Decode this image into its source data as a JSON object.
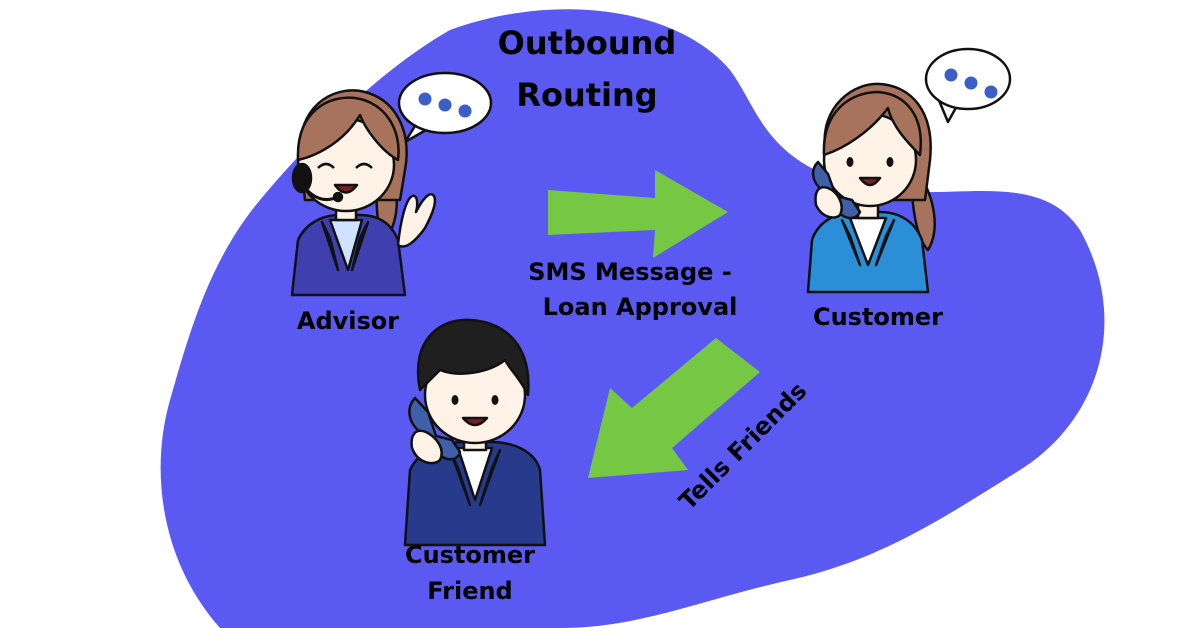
{
  "title": {
    "line1": "Outbound",
    "line2": "Routing"
  },
  "nodes": {
    "advisor": {
      "label": "Advisor"
    },
    "customer": {
      "label": "Customer"
    },
    "friend": {
      "line1": "Customer",
      "line2": "Friend"
    }
  },
  "edges": {
    "sms": {
      "line1": "SMS Message -",
      "line2": "Loan Approval"
    },
    "tells": {
      "label": "Tells Friends"
    }
  },
  "colors": {
    "blob": "#5a5af2",
    "arrow": "#76c744",
    "skin": "#fff3e8",
    "hair_female": "#a8735c",
    "hair_male": "#1f1f1f",
    "advisor_suit": "#3f3fb0",
    "customer_suit": "#2a8fd6",
    "friend_suit": "#283a8c",
    "phone": "#3f5fa8",
    "bubble_dots": "#3b5fc9"
  }
}
